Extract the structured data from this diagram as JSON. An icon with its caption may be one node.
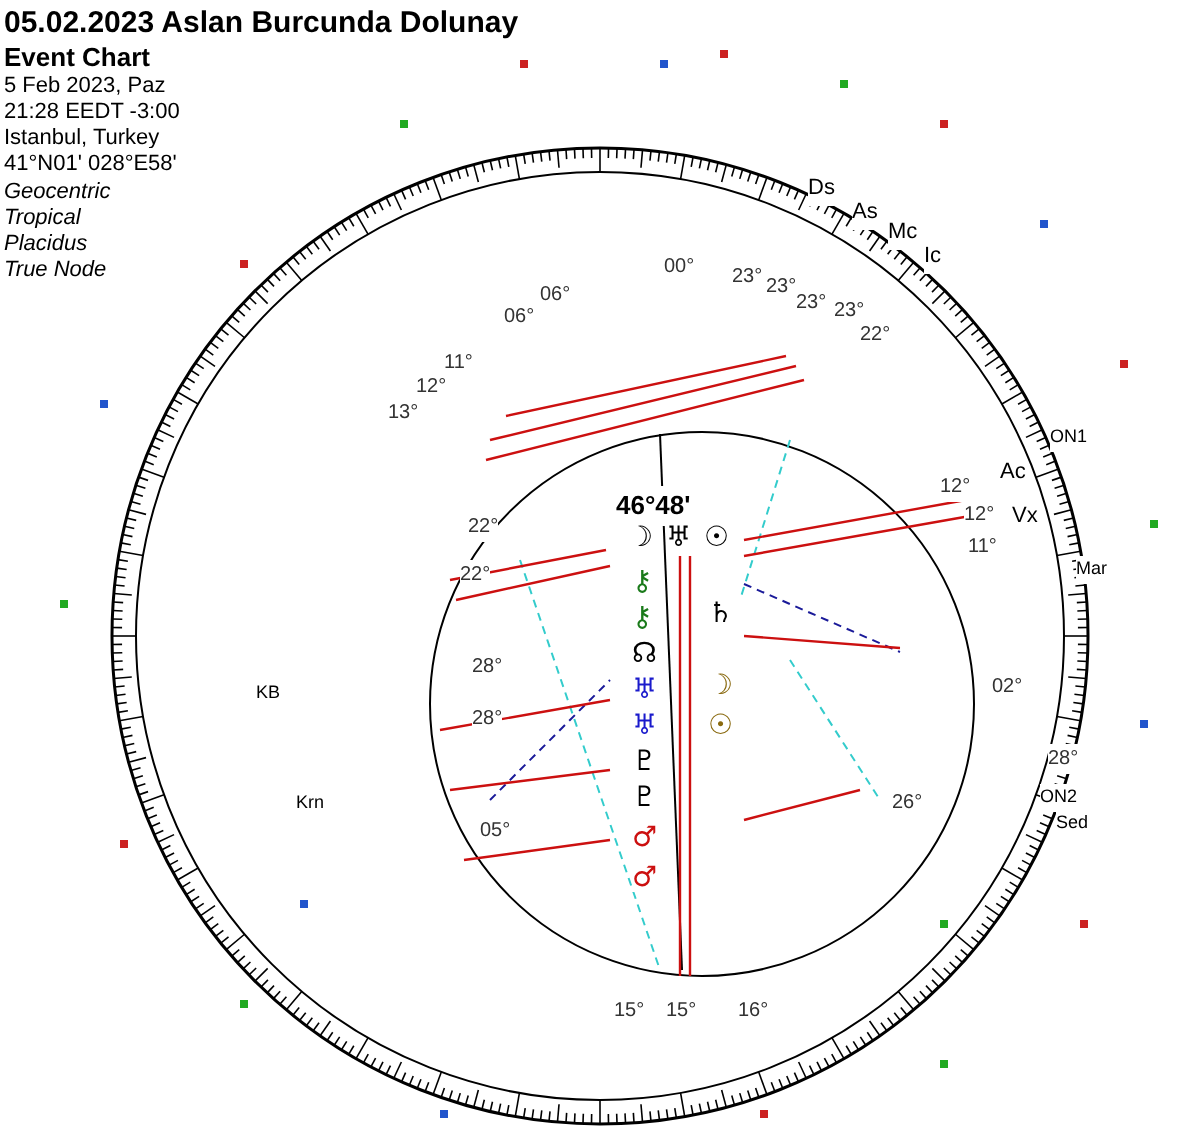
{
  "diagram": {
    "title": "05.02.2023 Aslan Burcunda Dolunay",
    "labels": [
      "Event Chart",
      "5 Feb 2023, Paz",
      "21:28 EEDT -3:00",
      "Istanbul, Turkey",
      "41°N01' 028°E58'",
      "Geocentric",
      "Tropical",
      "Placidus",
      "True Node",
      "46°48'",
      "☽",
      "♅",
      "☉",
      "⚷",
      "⚷",
      "☊",
      "♅",
      "♅",
      "♇",
      "♇",
      "♂",
      "♂",
      "♄",
      "☽",
      "☉",
      "Ds",
      "As",
      "Mc",
      "Ic",
      "Ac",
      "Vx",
      "ON1",
      "ON2",
      "Mar",
      "Sed",
      "KB",
      "Krn",
      "00°",
      "06°",
      "06°",
      "11°",
      "12°",
      "13°",
      "23°",
      "23°",
      "23°",
      "23°",
      "22°",
      "12°",
      "12°",
      "11°",
      "22°",
      "22°",
      "28°",
      "28°",
      "02°",
      "28°",
      "26°",
      "05°",
      "15°",
      "15°",
      "16°"
    ]
  }
}
